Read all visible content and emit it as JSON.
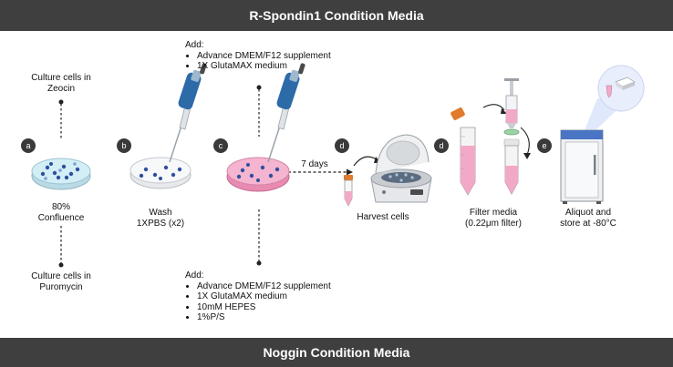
{
  "colors": {
    "banner": "#3f3f3f",
    "badge": "#3a3a3a",
    "media_pink": "#f2a9c7",
    "dish_blue": "#c9e6ef",
    "cell_blue": "#2f4f9f"
  },
  "title_top": "R-Spondin1 Condition Media",
  "title_bottom": "Noggin Condition Media",
  "steps": {
    "a": {
      "badge": "a",
      "top_note": "Culture cells in\nZeocin",
      "label": "80%\nConfluence",
      "bottom_note": "Culture cells in\nPuromycin"
    },
    "b": {
      "badge": "b",
      "label": "Wash\n1XPBS (x2)"
    },
    "c": {
      "badge": "c",
      "duration": "7 days"
    },
    "d1": {
      "badge": "d",
      "label": "Harvest cells"
    },
    "d2": {
      "badge": "d",
      "label": "Filter media\n(0.22μm filter)"
    },
    "e": {
      "badge": "e",
      "label": "Aliquot and\nstore at -80°C"
    }
  },
  "add_top": {
    "heading": "Add:",
    "items": [
      "Advance DMEM/F12 supplement",
      "1X GlutaMAX medium"
    ]
  },
  "add_bottom": {
    "heading": "Add:",
    "items": [
      "Advance DMEM/F12 supplement",
      "1X GlutaMAX medium",
      "10mM HEPES",
      "1%P/S"
    ]
  },
  "icons": [
    "petri-dish-icon",
    "pipette-icon",
    "centrifuge-icon",
    "conical-tube-icon",
    "syringe-filter-icon",
    "freezer-icon"
  ]
}
